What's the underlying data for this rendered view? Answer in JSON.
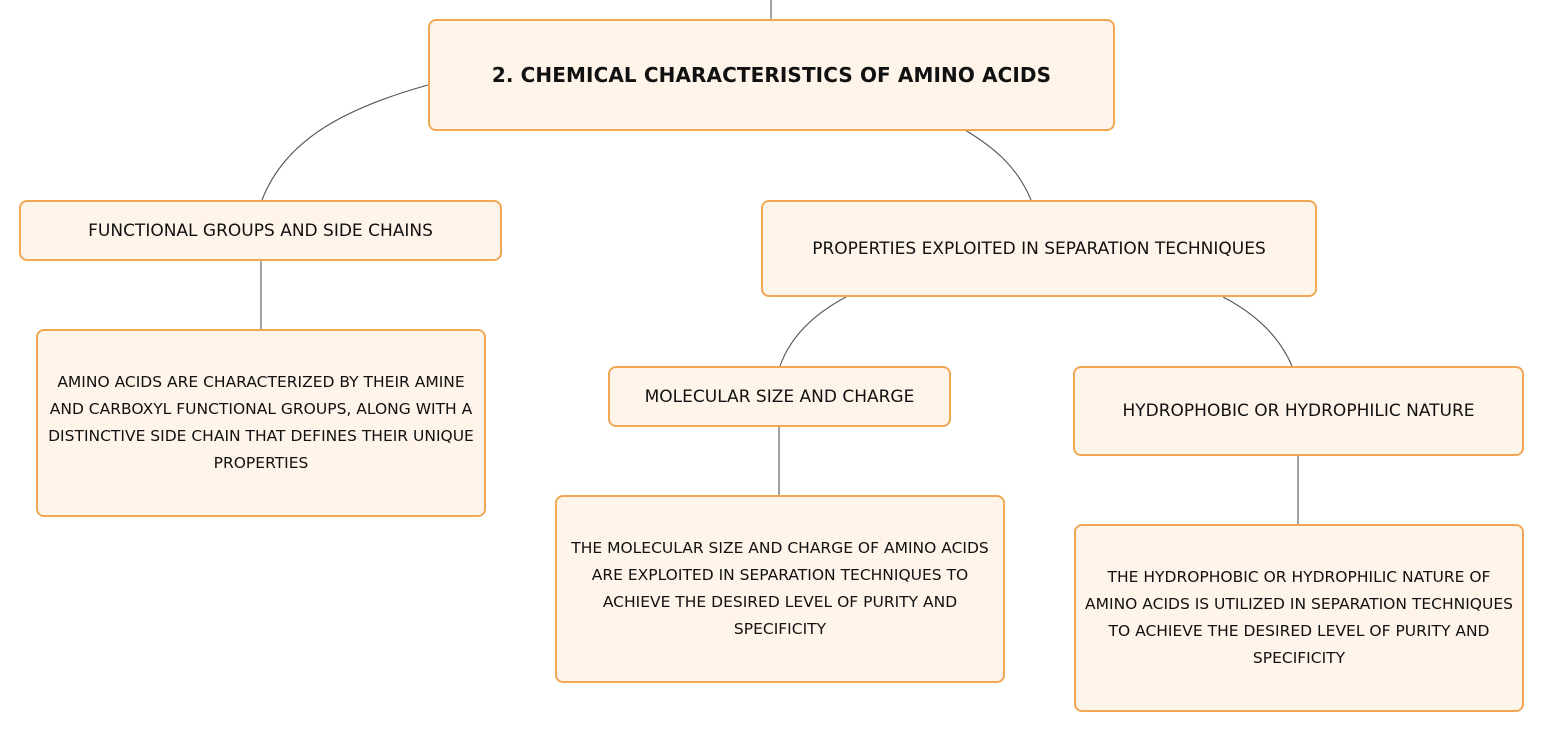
{
  "map": {
    "root": {
      "label": "2. CHEMICAL CHARACTERISTICS OF AMINO ACIDS"
    },
    "branches": {
      "functional_groups": {
        "label": "FUNCTIONAL GROUPS AND SIDE CHAINS",
        "detail": "AMINO ACIDS ARE CHARACTERIZED BY THEIR AMINE AND CARBOXYL FUNCTIONAL GROUPS, ALONG WITH A DISTINCTIVE SIDE CHAIN THAT DEFINES THEIR UNIQUE PROPERTIES"
      },
      "separation_properties": {
        "label": "PROPERTIES EXPLOITED IN SEPARATION TECHNIQUES",
        "children": {
          "size_charge": {
            "label": "MOLECULAR SIZE AND CHARGE",
            "detail": "THE MOLECULAR SIZE AND CHARGE OF AMINO ACIDS ARE EXPLOITED IN SEPARATION TECHNIQUES TO ACHIEVE THE DESIRED LEVEL OF PURITY AND SPECIFICITY"
          },
          "hydro_nature": {
            "label": "HYDROPHOBIC OR HYDROPHILIC NATURE",
            "detail": "THE HYDROPHOBIC OR HYDROPHILIC NATURE OF AMINO ACIDS IS UTILIZED IN SEPARATION TECHNIQUES TO ACHIEVE THE DESIRED LEVEL OF PURITY AND SPECIFICITY"
          }
        }
      }
    }
  },
  "colors": {
    "node_fill": "#fef4ea",
    "node_border": "#f0a855",
    "connector": "#555555",
    "text": "#111111"
  }
}
